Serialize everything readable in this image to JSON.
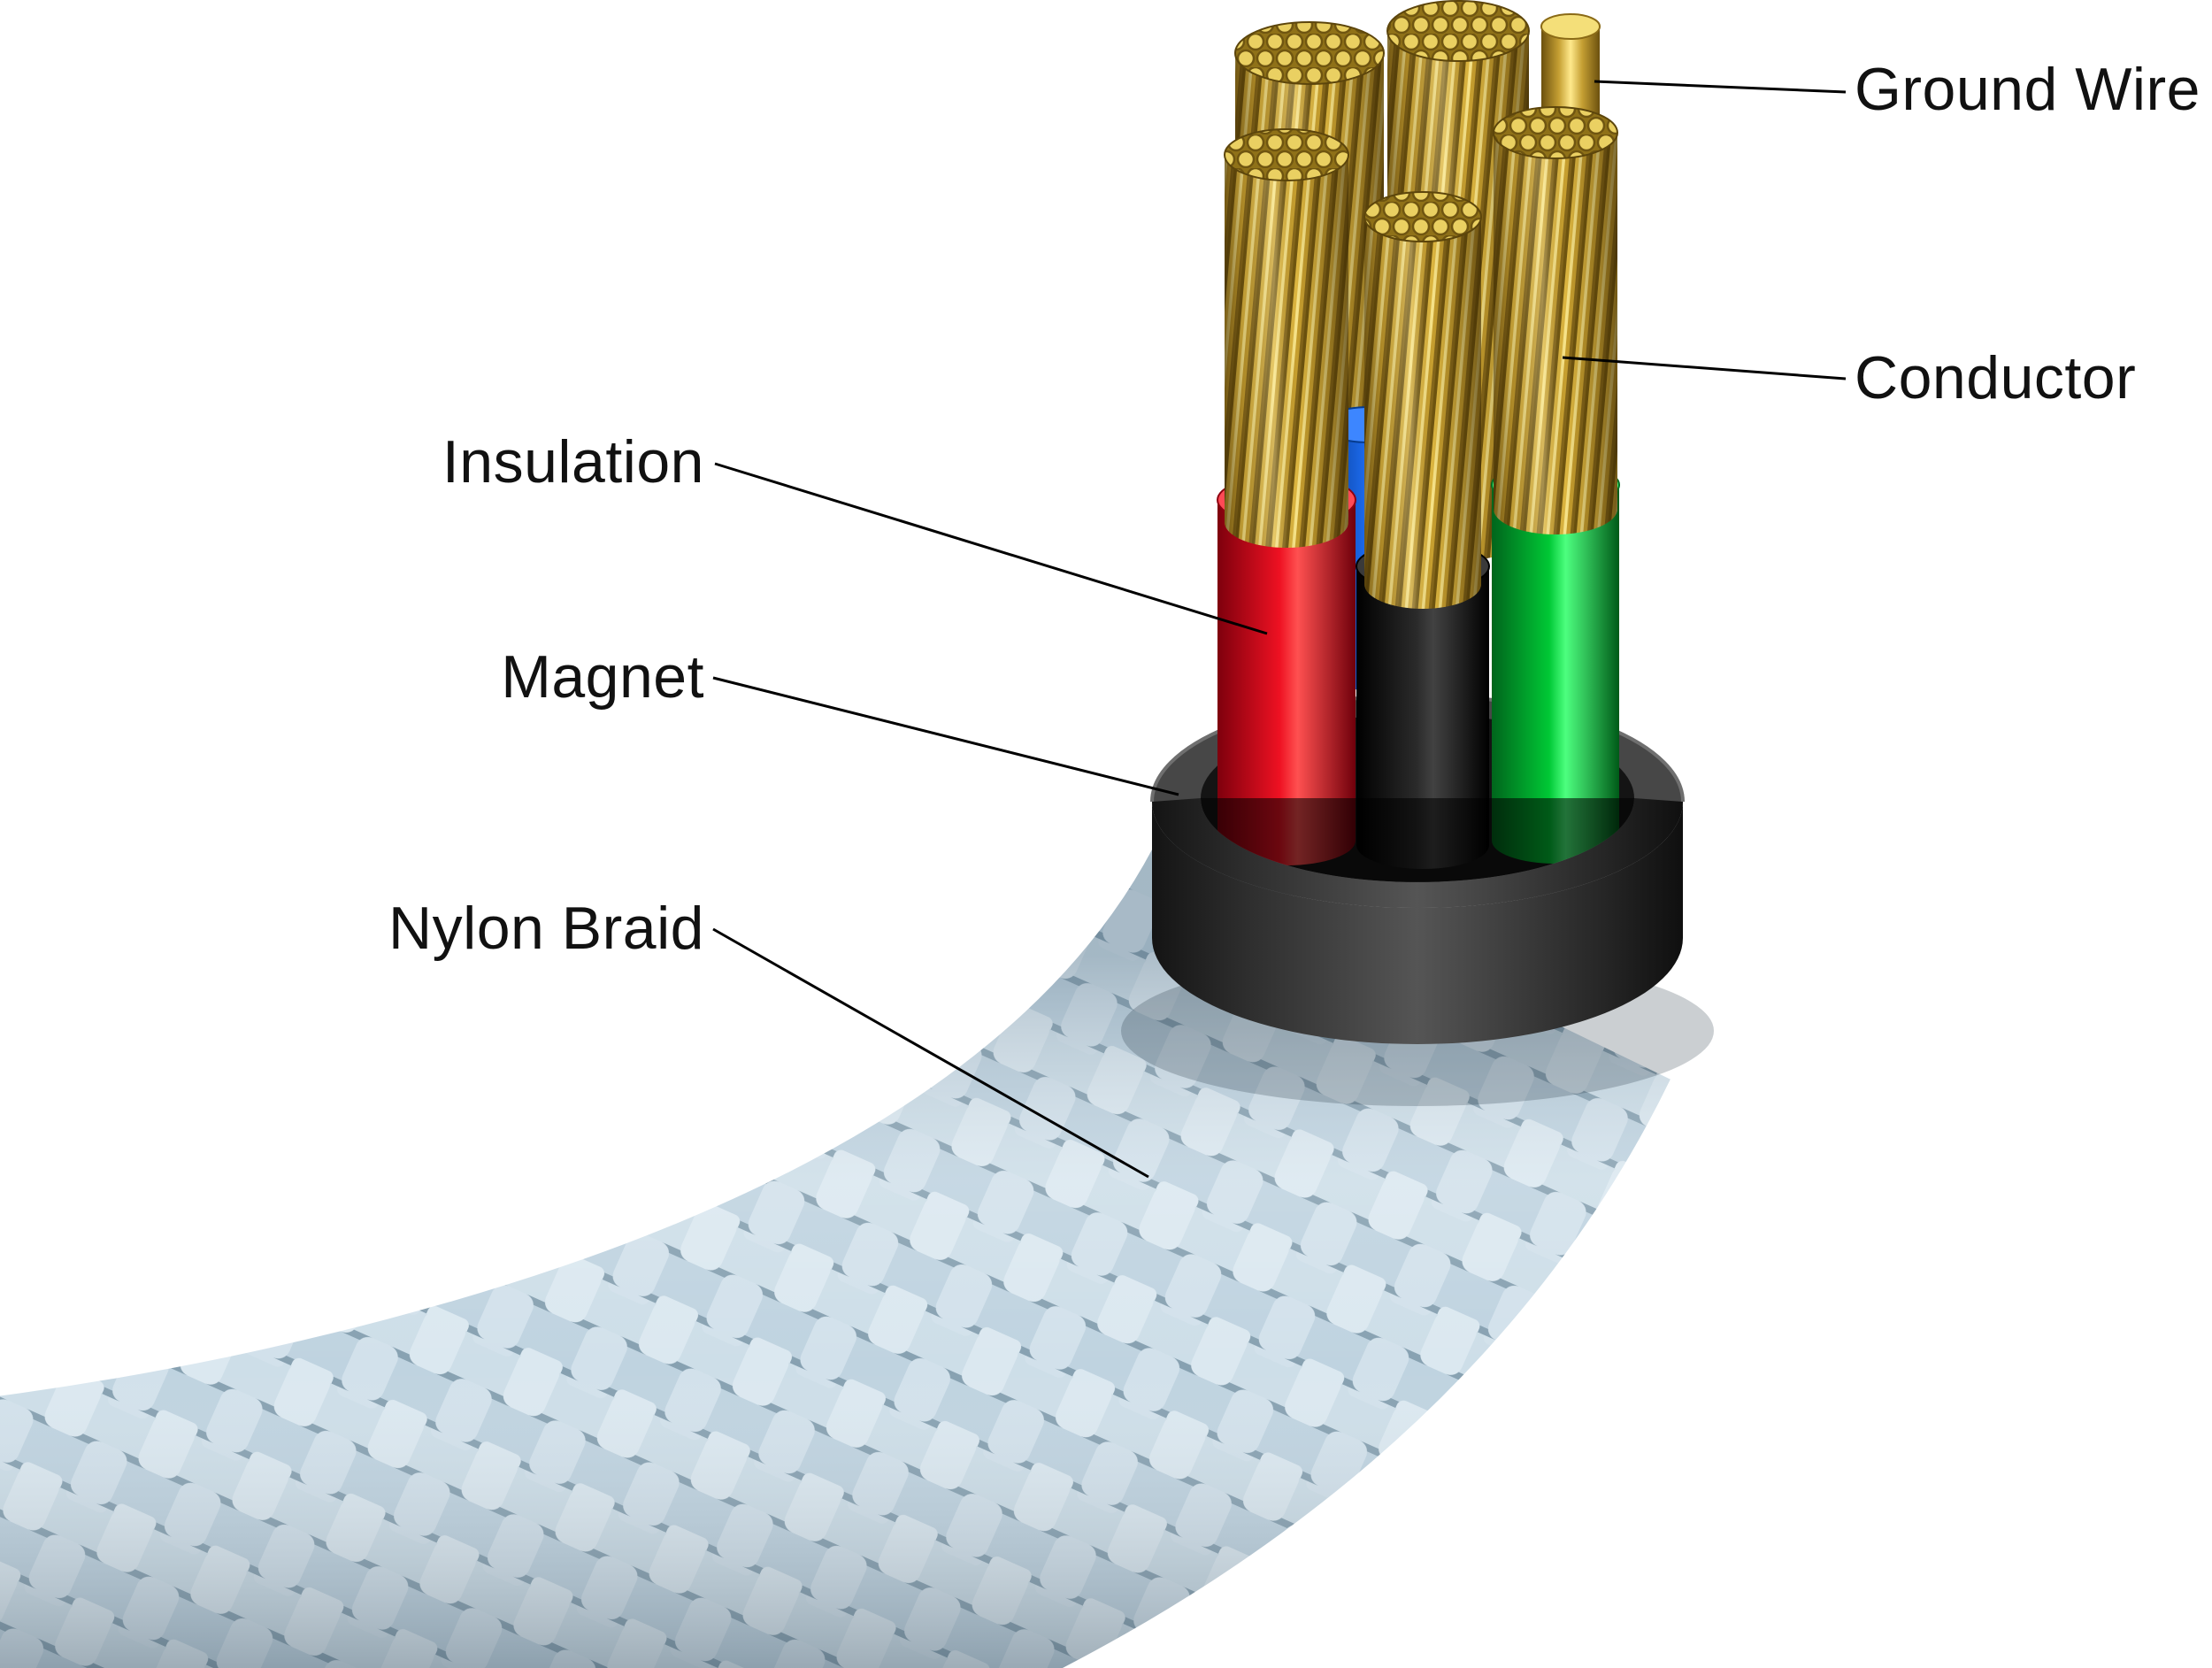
{
  "diagram": {
    "kind": "labeled cable cutaway illustration",
    "labels": {
      "ground_wire": "Ground Wire",
      "conductor": "Conductor",
      "insulation": "Insulation",
      "magnet": "Magnet",
      "nylon_braid": "Nylon Braid"
    },
    "colors": {
      "background": "#ffffff",
      "label_text": "#111111",
      "leader_line": "#000000",
      "insulation_red": "#ee1122",
      "insulation_black": "#262626",
      "insulation_green": "#00c835",
      "insulation_blue": "#1f6ef5",
      "conductor_gold": "#d9b13e",
      "magnet_gray": "#474747",
      "braid_blue": "#c6d8e4"
    }
  }
}
